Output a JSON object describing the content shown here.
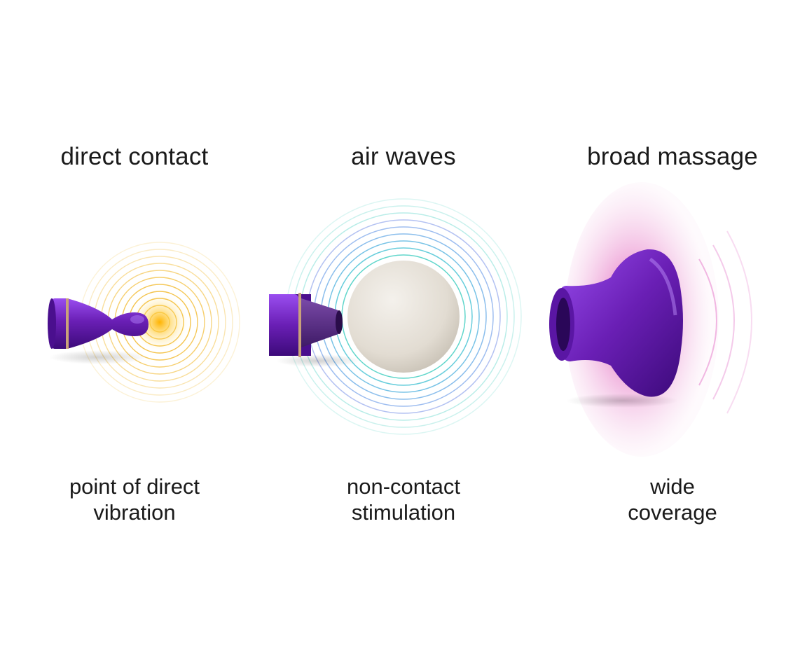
{
  "panels": [
    {
      "title": "direct contact",
      "caption_line1": "point of direct",
      "caption_line2": "vibration",
      "icon": "purple-nozzle-point-tip",
      "wave_color": "#f1b521"
    },
    {
      "title": "air waves",
      "caption_line1": "non-contact",
      "caption_line2": "stimulation",
      "icon": "purple-nozzle-air-tip",
      "wave_color": "#4fd1c5"
    },
    {
      "title": "broad massage",
      "caption_line1": "wide",
      "caption_line2": "coverage",
      "icon": "purple-wide-cup-head",
      "wave_color": "#e04fa8"
    }
  ],
  "colors": {
    "device_purple": "#6a1fb5",
    "device_dark": "#3c0a7a",
    "ring_gold": "#c9a27a",
    "ball": "#e6e1d8"
  }
}
